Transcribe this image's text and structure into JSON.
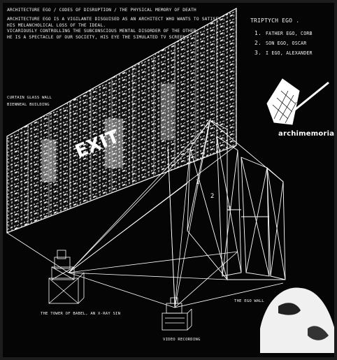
{
  "title_line": "ARCHITECTURE EGO / CODES OF DISRUPTION / THE PHYSICAL MEMORY OF DEATH",
  "paragraph": [
    "ARCHITECTURE EGO IS A VIGILANTE DISGUISED AS AN ARCHITECT WHO WANTS TO SATISFY",
    "HIS MELANCHOLICAL LOSS OF THE IDEAL.",
    "VICARIOUSLY CONTROLLING THE SUBCONSCIOUS MENTAL DISORDER OF THE OTHER.",
    "HE IS A SPECTACLE OF OUR SOCIETY, HIS EYE THE SIMULATED TV SCREEN"
  ],
  "triptych": {
    "title": "TRIPTYCH EGO .",
    "items": [
      {
        "num": "1.",
        "label": "FATHER EGO, CORB"
      },
      {
        "num": "2.",
        "label": "SON EGO, OSCAR"
      },
      {
        "num": "3.",
        "label": "I EGO, ALEXANDER"
      }
    ]
  },
  "labels": {
    "curtain_wall": [
      "CURTAIN GLASS WALL",
      "BIENNEAL BUILDING"
    ],
    "tower": "THE TOWER OF BABEL, AN X-RAY SIN",
    "video": "VIDEO RECORDING",
    "ego_wall": "THE EGO WALL"
  },
  "logo_text": "archimemoria",
  "panel_numbers": [
    "1",
    "2",
    "3"
  ],
  "graffiti_text": "EXIT"
}
